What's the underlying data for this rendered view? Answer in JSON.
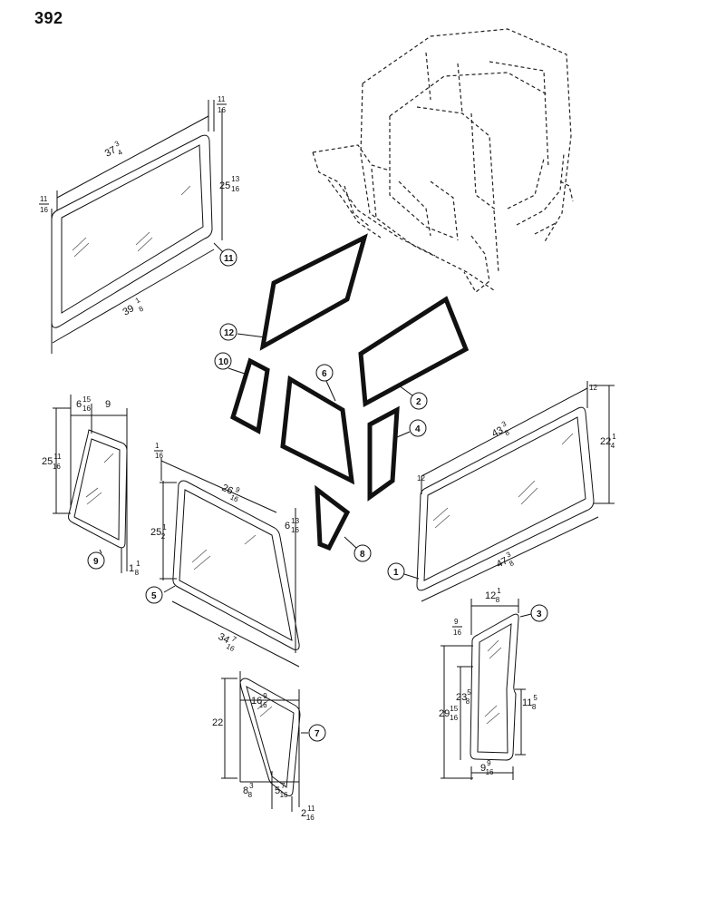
{
  "page": {
    "number": "392"
  },
  "callouts": [
    "1",
    "2",
    "3",
    "4",
    "5",
    "6",
    "7",
    "8",
    "9",
    "10",
    "11",
    "12"
  ],
  "dimensions": {
    "d11": {
      "top_whole": "37",
      "top_num": "3",
      "top_den": "4",
      "bottom_whole": "39",
      "bottom_num": "1",
      "bottom_den": "8",
      "right_whole": "25",
      "right_num": "13",
      "right_den": "16",
      "left_small_num": "11",
      "left_small_den": "16",
      "right_small_num": "11",
      "right_small_den": "16"
    },
    "d9": {
      "top_a_whole": "6",
      "top_a_num": "15",
      "top_a_den": "16",
      "top_b": "9",
      "left_whole": "25",
      "left_num": "11",
      "left_den": "16",
      "bottom_whole": "1",
      "bottom_num": "1",
      "bottom_den": "8"
    },
    "d5": {
      "top_whole": "26",
      "top_num": "9",
      "top_den": "16",
      "left_whole": "25",
      "left_num": "1",
      "left_den": "2",
      "right_whole": "6",
      "right_num": "13",
      "right_den": "16",
      "bottom_whole": "34",
      "bottom_num": "7",
      "bottom_den": "16",
      "small_num": "1",
      "small_den": "16"
    },
    "d1": {
      "top_whole": "43",
      "top_num": "3",
      "top_den": "8",
      "bottom_whole": "47",
      "bottom_num": "3",
      "bottom_den": "8",
      "right_whole": "22",
      "right_num": "1",
      "right_den": "4",
      "left_small": "12",
      "right_small": "12"
    },
    "d7": {
      "top_whole": "16",
      "top_num": "9",
      "top_den": "16",
      "left": "22",
      "bottom_a_whole": "8",
      "bottom_a_num": "3",
      "bottom_a_den": "8",
      "bottom_b_whole": "5",
      "bottom_b_num": "7",
      "bottom_b_den": "16",
      "right_whole": "2",
      "right_num": "11",
      "right_den": "16"
    },
    "d3": {
      "top_whole": "12",
      "top_num": "1",
      "top_den": "8",
      "small_num": "9",
      "small_den": "16",
      "left_a_whole": "29",
      "left_a_num": "15",
      "left_a_den": "16",
      "left_b_whole": "23",
      "left_b_num": "5",
      "left_b_den": "8",
      "right_whole": "11",
      "right_num": "5",
      "right_den": "8",
      "bottom_whole": "9",
      "bottom_num": "9",
      "bottom_den": "16"
    }
  }
}
